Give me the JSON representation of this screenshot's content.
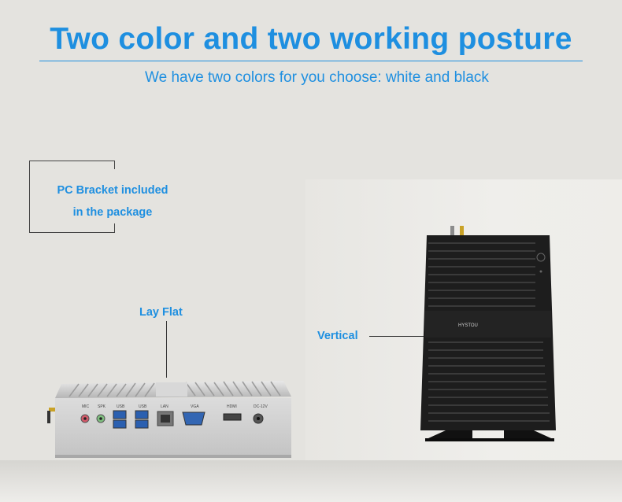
{
  "header": {
    "title": "Two color and two working posture",
    "subtitle": "We have two colors for you choose: white and black"
  },
  "callouts": {
    "bracket_line1": "PC Bracket included",
    "bracket_line2": "in the package",
    "lay_flat": "Lay Flat",
    "vertical": "Vertical"
  },
  "silver_pc": {
    "ports": [
      "MIC",
      "SPK",
      "USB",
      "USB",
      "LAN",
      "VGA",
      "HDMI",
      "DC-12V"
    ]
  },
  "black_pc": {
    "brand": "HYSTOU"
  },
  "colors": {
    "accent": "#1e8fe0",
    "background": "#e4e3df",
    "silver_case": "#c9c9c9",
    "black_case": "#1d1d1d"
  }
}
